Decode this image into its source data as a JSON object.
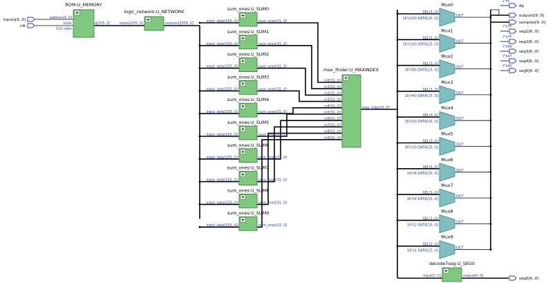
{
  "top_inputs": [
    {
      "label": "inputs[9..0]"
    },
    {
      "label": "clk"
    }
  ],
  "rom": {
    "title": "ROM:U_MEMORY",
    "ports_left": [
      "address[9..0]",
      "clock",
      "1'h1  rden"
    ],
    "port_right": "q[255..0]"
  },
  "logic": {
    "title": "logic_network:U_NETWORK",
    "port_left": "inputs[255..0]",
    "port_right": "outputs[2559..0]"
  },
  "sums": [
    {
      "title": "sum_ones:U_SUM0",
      "in": "input_data[255..0]",
      "out": "num_ones[31..0]"
    },
    {
      "title": "sum_ones:U_SUM1",
      "in": "input_data[255..0]",
      "out": "num_ones[31..0]"
    },
    {
      "title": "sum_ones:U_SUM2",
      "in": "input_data[255..0]",
      "out": "num_ones[31..0]"
    },
    {
      "title": "sum_ones:U_SUM3",
      "in": "input_data[255..0]",
      "out": "num_ones[31..0]"
    },
    {
      "title": "sum_ones:U_SUM4",
      "in": "input_data[255..0]",
      "out": "num_ones[31..0]"
    },
    {
      "title": "sum_ones:U_SUM5",
      "in": "input_data[255..0]",
      "out": "num_ones[31..0]"
    },
    {
      "title": "sum_ones:U_SUM6",
      "in": "input_data[255..0]",
      "out": "num_ones[31..0]"
    },
    {
      "title": "sum_ones:U_SUM7",
      "in": "input_data[255..0]",
      "out": "num_ones[31..0]"
    },
    {
      "title": "sum_ones:U_SUM8",
      "in": "input_data[255..0]",
      "out": "num_ones[31..0]"
    },
    {
      "title": "sum_ones:U_SUM9",
      "in": "input_data[255..0]",
      "out": "num_ones[31..0]"
    }
  ],
  "maxf": {
    "title": "max_finder:U_MAXINDEX",
    "ports": [
      "in0[31..0]",
      "in1[31..0]",
      "in2[31..0]",
      "in3[31..0]",
      "in4[31..0]",
      "in5[31..0]",
      "in6[31..0]",
      "in7[31..0]",
      "in8[31..0]",
      "in9[31..0]"
    ],
    "out": "max_index[3..0]"
  },
  "muxes": [
    {
      "name": "Mux0",
      "sel": "SEL[3..0]",
      "data": "16'h200  DATA[15..0]",
      "out": "OUT"
    },
    {
      "name": "Mux1",
      "sel": "SEL[3..0]",
      "data": "16'h100  DATA[15..0]",
      "out": "OUT"
    },
    {
      "name": "Mux2",
      "sel": "SEL[3..0]",
      "data": "16'h80  DATA[15..0]",
      "out": "OUT"
    },
    {
      "name": "Mux3",
      "sel": "SEL[3..0]",
      "data": "16'h40  DATA[15..0]",
      "out": "OUT"
    },
    {
      "name": "Mux4",
      "sel": "SEL[3..0]",
      "data": "16'h20  DATA[15..0]",
      "out": "OUT"
    },
    {
      "name": "Mux5",
      "sel": "SEL[3..0]",
      "data": "16'h10  DATA[15..0]",
      "out": "OUT"
    },
    {
      "name": "Mux6",
      "sel": "SEL[3..0]",
      "data": "16'h8  DATA[15..0]",
      "out": "OUT"
    },
    {
      "name": "Mux7",
      "sel": "SEL[3..0]",
      "data": "16'h4  DATA[15..0]",
      "out": "OUT"
    },
    {
      "name": "Mux8",
      "sel": "SEL[3..0]",
      "data": "16'h2  DATA[15..0]",
      "out": "OUT"
    },
    {
      "name": "Mux9",
      "sel": "SEL[3..0]",
      "data": "16'h1  DATA[15..0]",
      "out": "OUT"
    }
  ],
  "decode": {
    "title": "decode7seg:U_SEG0",
    "in": "input[3..0]",
    "out": "output[6..0]"
  },
  "outputs": [
    {
      "label": "dp",
      "const": "1'h0"
    },
    {
      "label": "outputs[9..0]",
      "const": ""
    },
    {
      "label": "samples[9..0]",
      "const": ""
    },
    {
      "label": "seg1[6..0]",
      "const": "7'h7F"
    },
    {
      "label": "seg2[6..0]",
      "const": "7'h7F"
    },
    {
      "label": "seg3[6..0]",
      "const": "7'h40"
    },
    {
      "label": "seg4[6..0]",
      "const": "7'h47"
    },
    {
      "label": "seg5[6..0]",
      "const": "7'h40"
    },
    {
      "label": "seg0[6..0]",
      "const": ""
    }
  ],
  "colors": {
    "block": "#7fc97f",
    "mux": "#7ec0c2",
    "port_text": "#1f3ea8",
    "pin": "#1f3ea8"
  }
}
